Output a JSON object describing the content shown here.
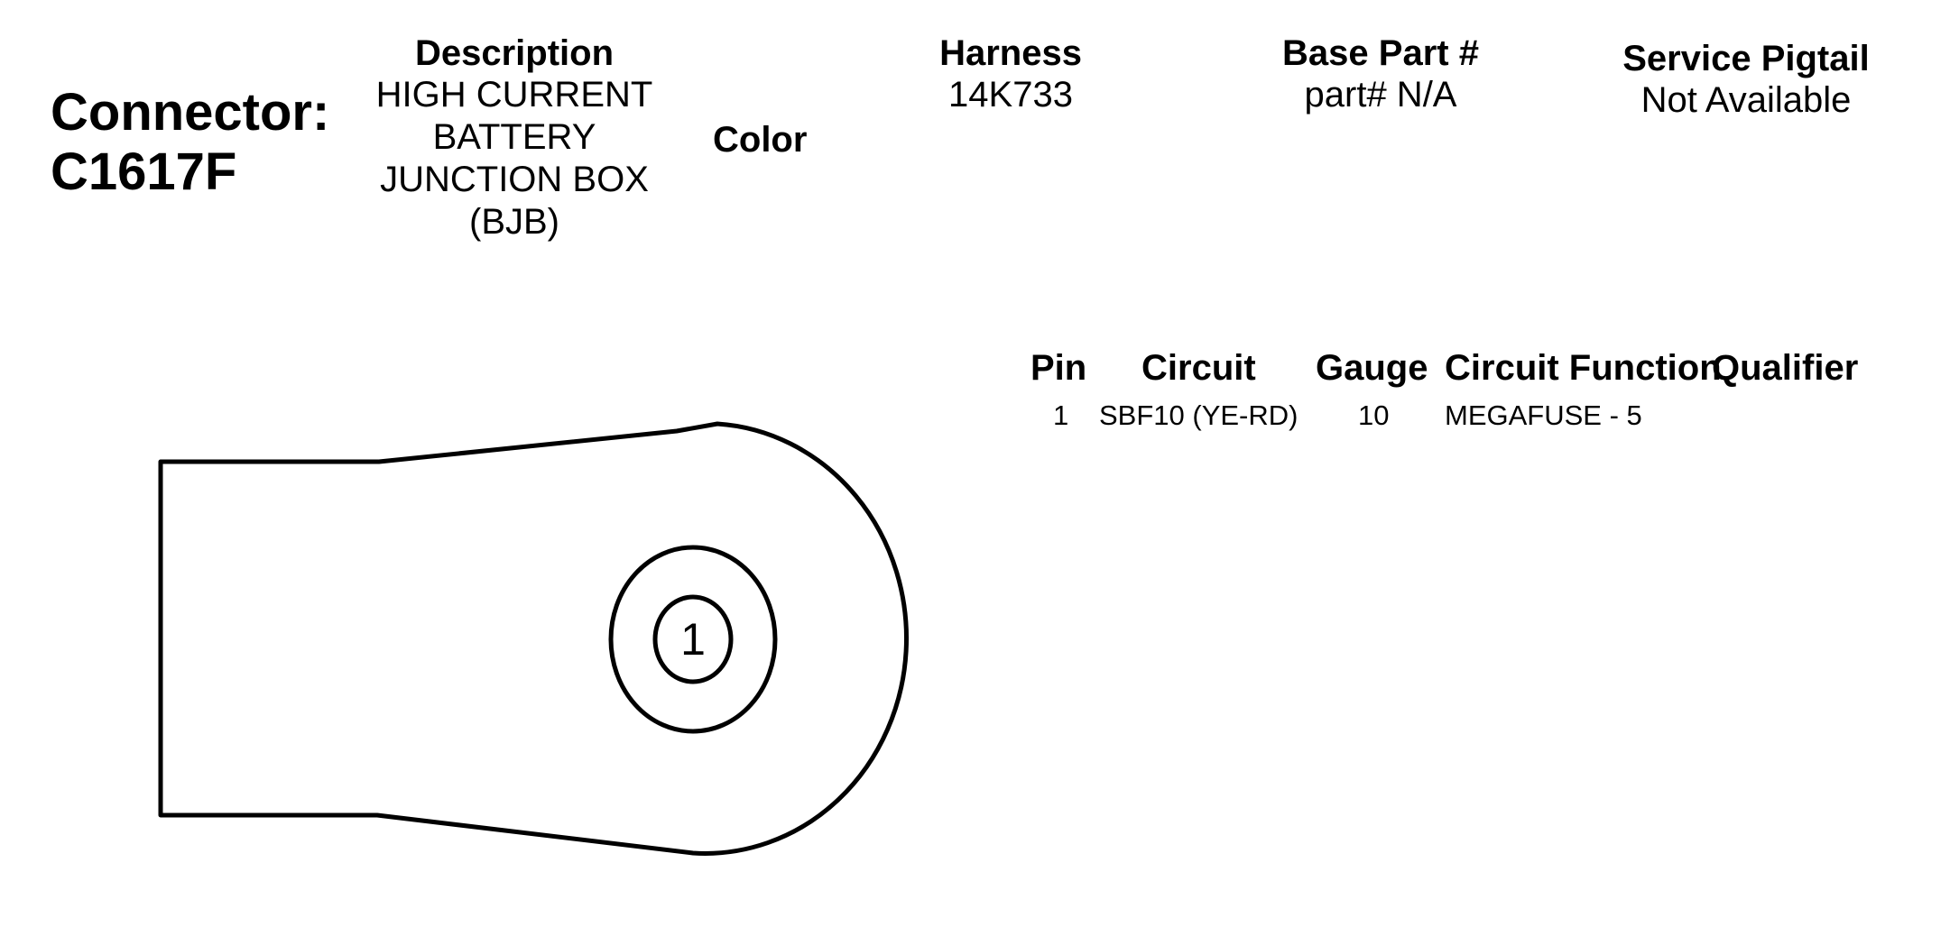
{
  "connector": {
    "label_line1": "Connector:",
    "label_line2": "C1617F"
  },
  "description": {
    "header": "Description",
    "lines": [
      "HIGH CURRENT",
      "BATTERY",
      "JUNCTION BOX",
      "(BJB)"
    ]
  },
  "color": {
    "header": "Color"
  },
  "harness": {
    "header": "Harness",
    "value": "14K733"
  },
  "base_part": {
    "header": "Base Part #",
    "value": "part# N/A"
  },
  "service_pigtail": {
    "header": "Service Pigtail",
    "value": "Not Available"
  },
  "pin_table": {
    "headers": {
      "pin": "Pin",
      "circuit": "Circuit",
      "gauge": "Gauge",
      "function": "Circuit Function",
      "qualifier": "Qualifier"
    },
    "rows": [
      {
        "pin": "1",
        "circuit": "SBF10 (YE-RD)",
        "gauge": "10",
        "function": "MEGAFUSE - 5",
        "qualifier": ""
      }
    ]
  },
  "diagram": {
    "pin_label": "1"
  }
}
